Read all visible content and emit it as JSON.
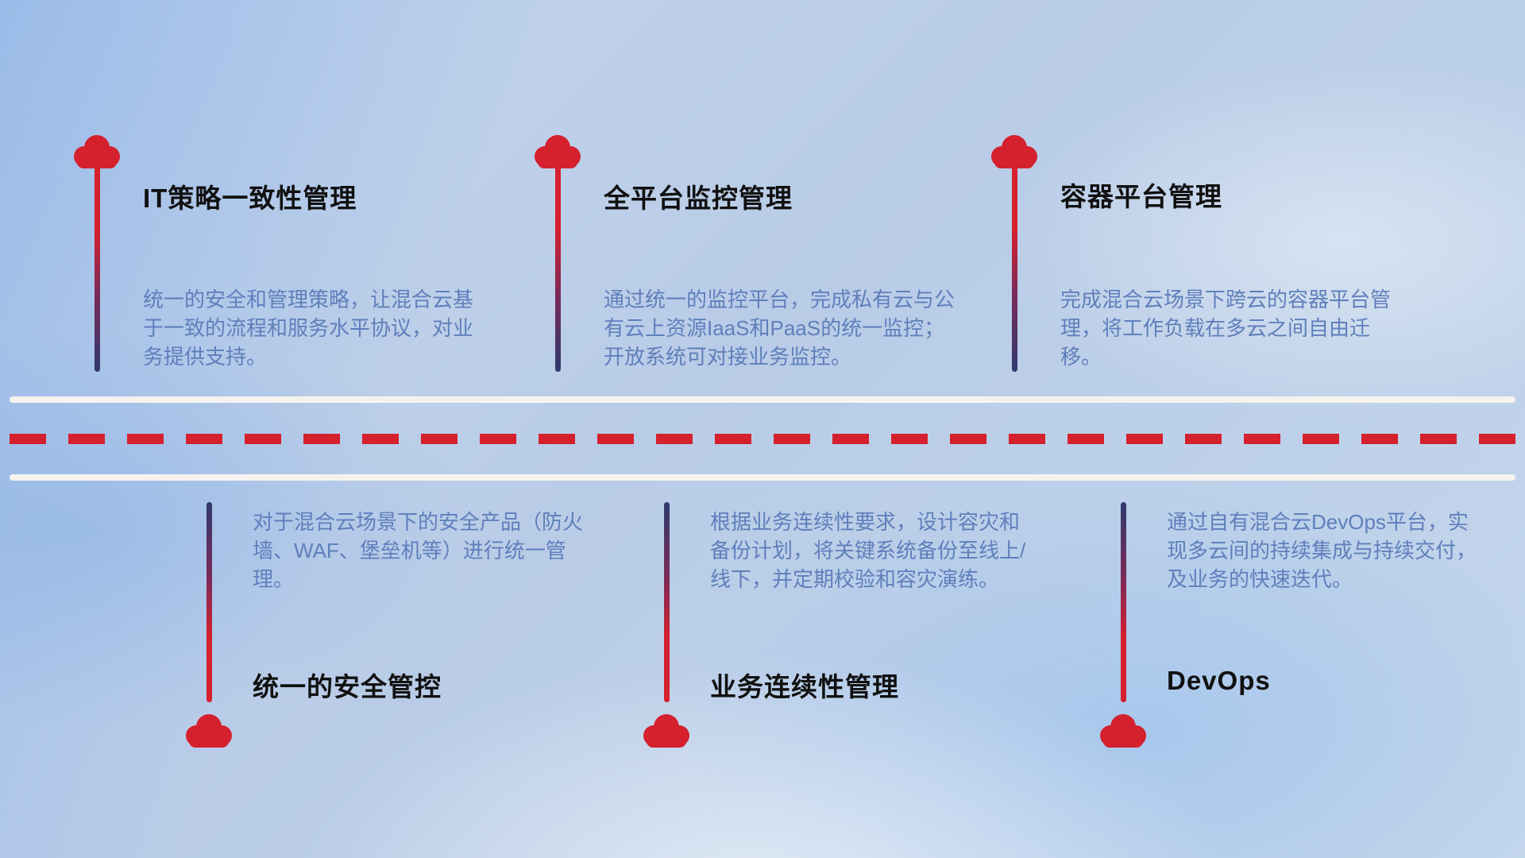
{
  "colors": {
    "cloud_red": "#d5202e",
    "line_navy": "#2e3a6e",
    "title_color": "#101010",
    "desc_color": "#5f7fbc",
    "road_white": "#f6f3ef",
    "road_dash_red": "#d5202e"
  },
  "top_items": [
    {
      "title": "IT策略一致性管理",
      "description": "统一的安全和管理策略，让混合云基于一致的流程和服务水平协议，对业务提供支持。"
    },
    {
      "title": "全平台监控管理",
      "description": "通过统一的监控平台，完成私有云与公有云上资源IaaS和PaaS的统一监控；开放系统可对接业务监控。"
    },
    {
      "title": "容器平台管理",
      "description": "完成混合云场景下跨云的容器平台管理，将工作负载在多云之间自由迁移。"
    }
  ],
  "bottom_items": [
    {
      "title": "统一的安全管控",
      "description": "对于混合云场景下的安全产品（防火墙、WAF、堡垒机等）进行统一管理。"
    },
    {
      "title": "业务连续性管理",
      "description": "根据业务连续性要求，设计容灾和备份计划，将关键系统备份至线上/线下，并定期校验和容灾演练。"
    },
    {
      "title": "DevOps",
      "description": "通过自有混合云DevOps平台，实现多云间的持续集成与持续交付，及业务的快速迭代。"
    }
  ]
}
